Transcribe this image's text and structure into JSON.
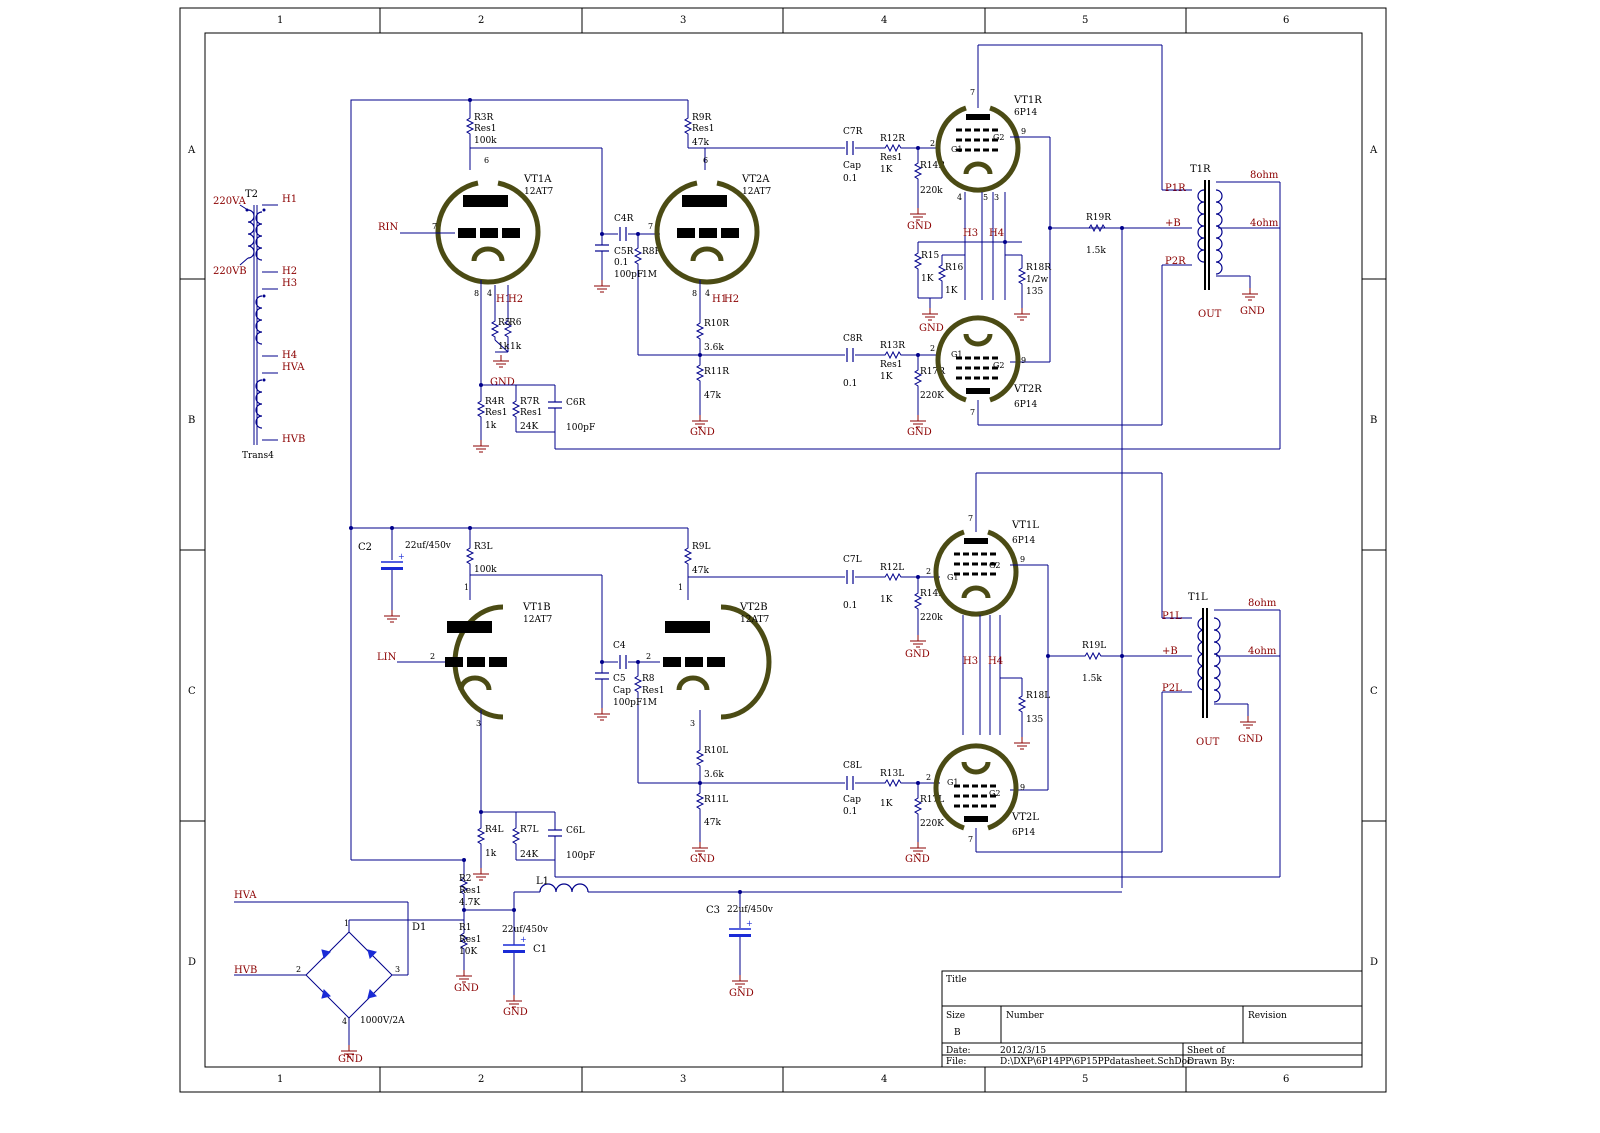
{
  "border": {
    "columns": [
      "1",
      "2",
      "3",
      "4",
      "5",
      "6"
    ],
    "rows": [
      "A",
      "B",
      "C",
      "D"
    ]
  },
  "title_block": {
    "title_label": "Title",
    "size_label": "Size",
    "size_value": "B",
    "number_label": "Number",
    "revision_label": "Revision",
    "date_label": "Date:",
    "date_value": "2012/3/15",
    "file_label": "File:",
    "file_value": "D:\\DXP\\6P14PP\\6P15PPdatasheet.SchDoc",
    "sheet_label": "Sheet    of",
    "drawn_label": "Drawn By:"
  },
  "power_transformer": {
    "ref": "T2",
    "type": "Trans4",
    "pins": [
      "220VA",
      "220VB",
      "H1",
      "H2",
      "H3",
      "H4",
      "HVA",
      "HVB"
    ]
  },
  "right_channel": {
    "input": "RIN",
    "v1": {
      "ref": "VT1A",
      "type": "12AT7",
      "pins": [
        "6",
        "7",
        "8",
        "4",
        "H1",
        "H2"
      ]
    },
    "v2": {
      "ref": "VT2A",
      "type": "12AT7",
      "pins": [
        "6",
        "7",
        "8",
        "4",
        "H1",
        "H2"
      ]
    },
    "r3": {
      "ref": "R3R",
      "type": "Res1",
      "value": "100k"
    },
    "r9": {
      "ref": "R9R",
      "type": "Res1",
      "value": "47k"
    },
    "c4": {
      "ref": "C4R",
      "type": "Cap",
      "value": "0.1"
    },
    "c5": {
      "ref": "C5R",
      "value": "100pF"
    },
    "r8": {
      "ref": "R8R",
      "value": "1M"
    },
    "r5": {
      "ref": "R5",
      "value": "1k"
    },
    "r6": {
      "ref": "R6",
      "value": "1k"
    },
    "r4": {
      "ref": "R4R",
      "type": "Res1",
      "value": "1k"
    },
    "r7": {
      "ref": "R7R",
      "type": "Res1",
      "value": "24K"
    },
    "c6": {
      "ref": "C6R",
      "value": "100pF"
    },
    "r10": {
      "ref": "R10R",
      "value": "3.6k"
    },
    "r11": {
      "ref": "R11R",
      "value": "47k"
    },
    "c7": {
      "ref": "C7R",
      "type": "Cap",
      "value": "0.1"
    },
    "c8": {
      "ref": "C8R",
      "value": "0.1"
    },
    "r12": {
      "ref": "R12R",
      "type": "Res1",
      "value": "1K"
    },
    "r13": {
      "ref": "R13R",
      "type": "Res1",
      "value": "1K"
    },
    "r14": {
      "ref": "R14R",
      "value": "220k"
    },
    "r17": {
      "ref": "R17R",
      "value": "220K"
    },
    "r15": {
      "ref": "R15",
      "value": "1K"
    },
    "r16": {
      "ref": "R16",
      "value": "1K"
    },
    "r18": {
      "ref": "R18R",
      "value": "1/2w",
      "value2": "135"
    },
    "r19": {
      "ref": "R19R",
      "value": "1.5k"
    },
    "p1": {
      "ref": "VT1R",
      "type": "6P14"
    },
    "p2": {
      "ref": "VT2R",
      "type": "6P14"
    },
    "ot": {
      "ref": "T1R",
      "p1": "P1R",
      "b": "+B",
      "p2": "P2R",
      "s8": "8ohm",
      "s4": "4ohm",
      "out": "OUT"
    },
    "pins": [
      "2",
      "9",
      "G1",
      "G2",
      "4",
      "5",
      "3",
      "7",
      "H3",
      "H4"
    ]
  },
  "left_channel": {
    "input": "LIN",
    "v1": {
      "ref": "VT1B",
      "type": "12AT7",
      "pins": [
        "1",
        "2",
        "3"
      ]
    },
    "v2": {
      "ref": "VT2B",
      "type": "12AT7",
      "pins": [
        "1",
        "2",
        "3"
      ]
    },
    "r3": {
      "ref": "R3L",
      "value": "100k"
    },
    "r9": {
      "ref": "R9L",
      "value": "47k"
    },
    "c4": {
      "ref": "C4",
      "type": "Cap"
    },
    "c5": {
      "ref": "C5",
      "value": "100pF"
    },
    "r8": {
      "ref": "R8",
      "type": "Res1",
      "value": "1M"
    },
    "r4": {
      "ref": "R4L",
      "value": "1k"
    },
    "r7": {
      "ref": "R7L",
      "value": "24K"
    },
    "c6": {
      "ref": "C6L",
      "value": "100pF"
    },
    "r10": {
      "ref": "R10L",
      "value": "3.6k"
    },
    "r11": {
      "ref": "R11L",
      "value": "47k"
    },
    "c7": {
      "ref": "C7L",
      "value": "0.1"
    },
    "c8": {
      "ref": "C8L",
      "type": "Cap",
      "value": "0.1"
    },
    "r12": {
      "ref": "R12L",
      "value": "1K"
    },
    "r13": {
      "ref": "R13L",
      "value": "1K"
    },
    "r14": {
      "ref": "R14L",
      "value": "220k"
    },
    "r17": {
      "ref": "R17L",
      "value": "220K"
    },
    "r18": {
      "ref": "R18L",
      "value": "135"
    },
    "r19": {
      "ref": "R19L",
      "value": "1.5k"
    },
    "p1": {
      "ref": "VT1L",
      "type": "6P14"
    },
    "p2": {
      "ref": "VT2L",
      "type": "6P14"
    },
    "ot": {
      "ref": "T1L",
      "p1": "P1L",
      "b": "+B",
      "p2": "P2L",
      "s8": "8ohm",
      "s4": "4ohm",
      "out": "OUT"
    }
  },
  "supply": {
    "c2": {
      "ref": "C2",
      "value": "22uf/450v"
    },
    "r2": {
      "ref": "R2",
      "type": "Res1",
      "value": "4.7K"
    },
    "r1": {
      "ref": "R1",
      "type": "Res1",
      "value": "10K"
    },
    "c1": {
      "ref": "C1",
      "value": "22uf/450v"
    },
    "l1": {
      "ref": "L1"
    },
    "c3": {
      "ref": "C3",
      "value": "22uf/450v"
    },
    "d1": {
      "ref": "D1",
      "value": "1000V/2A",
      "pins": [
        "1",
        "2",
        "3",
        "4"
      ]
    },
    "hva": "HVA",
    "hvb": "HVB"
  },
  "gnd": "GND"
}
